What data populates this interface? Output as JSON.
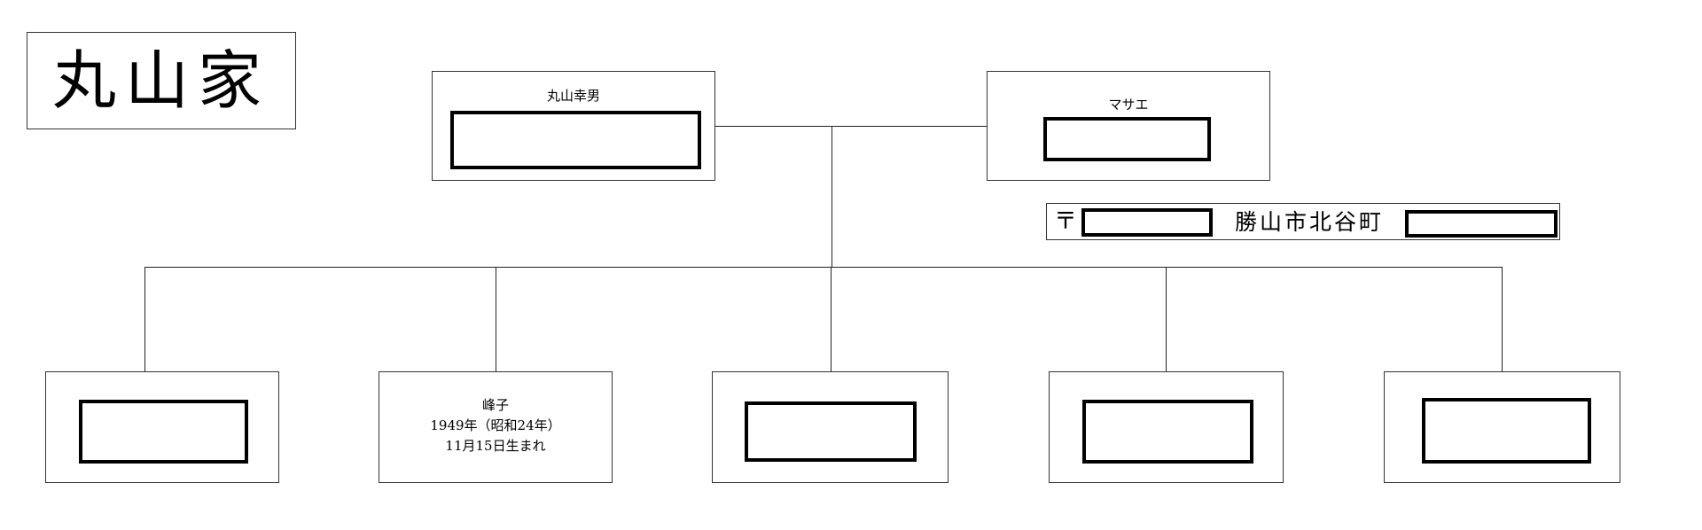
{
  "family": {
    "title": "丸山家"
  },
  "parents": {
    "father": {
      "name": "丸山幸男"
    },
    "mother": {
      "name": "マサエ"
    }
  },
  "address": {
    "postal_mark": "〒",
    "city": "勝山市北谷町"
  },
  "children": [
    {
      "name": "",
      "birth_line1": "",
      "birth_line2": ""
    },
    {
      "name": "峰子",
      "birth_line1": "1949年（昭和24年）",
      "birth_line2": "11月15日生まれ"
    },
    {
      "name": "",
      "birth_line1": "",
      "birth_line2": ""
    },
    {
      "name": "",
      "birth_line1": "",
      "birth_line2": ""
    },
    {
      "name": "",
      "birth_line1": "",
      "birth_line2": ""
    }
  ]
}
